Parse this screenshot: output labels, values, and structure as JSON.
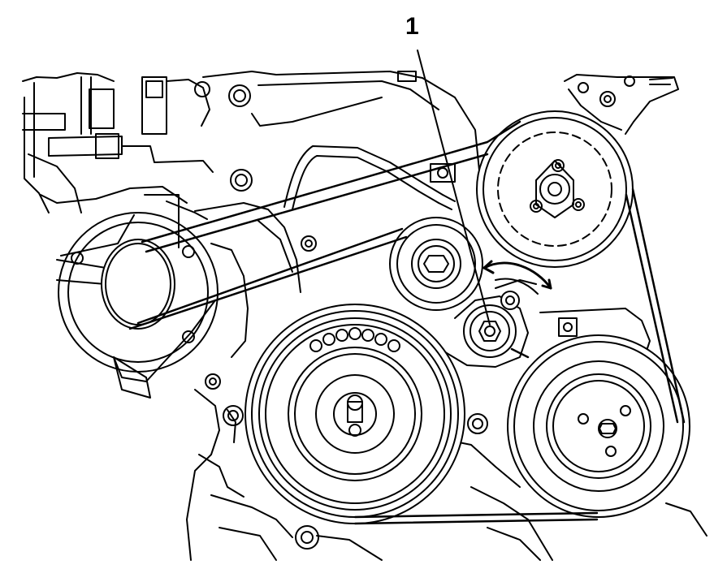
{
  "callout": {
    "number": "1"
  },
  "style": {
    "line_color": "#000000",
    "background": "#ffffff"
  },
  "components": [
    "generator-pulley",
    "power-steering-pump-pulley",
    "idler-pulley",
    "belt-tensioner",
    "crankshaft-balancer",
    "ac-compressor-pulley",
    "drive-belt"
  ]
}
